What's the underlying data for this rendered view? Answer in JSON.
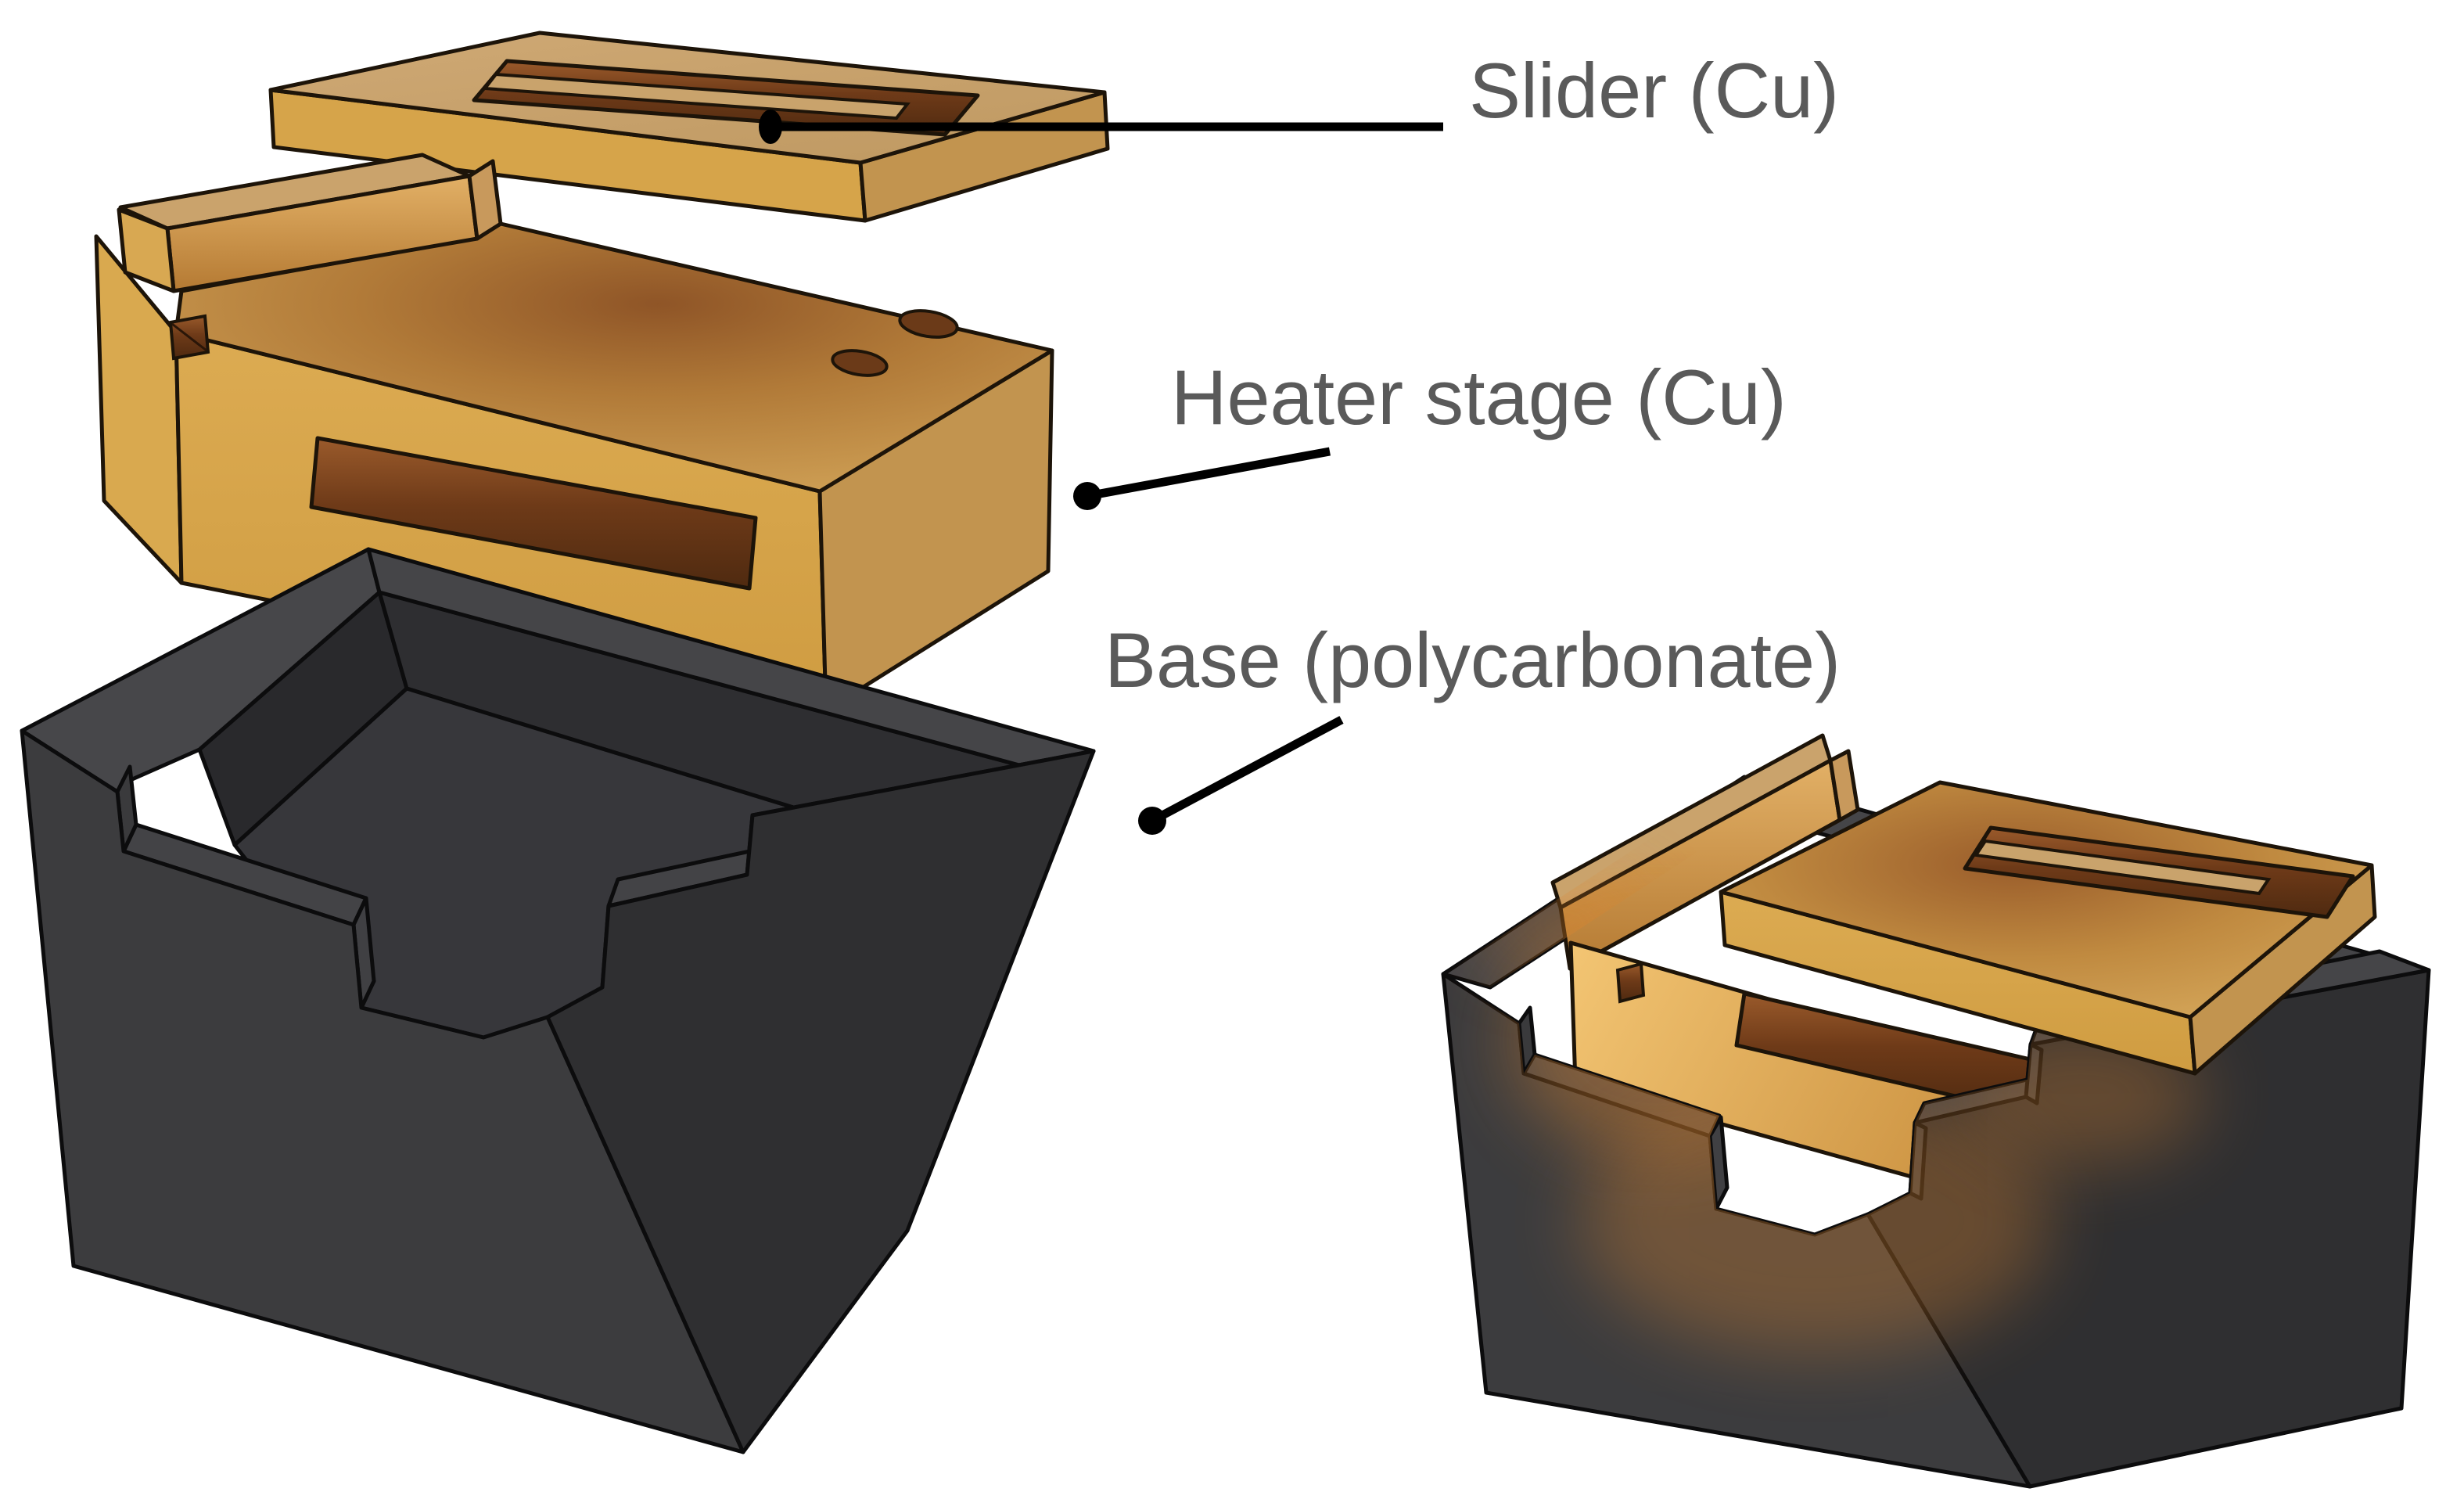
{
  "labels": {
    "slider": "Slider (Cu)",
    "heater": "Heater stage (Cu)",
    "base": "Base (polycarbonate)"
  },
  "parts": [
    {
      "name": "Slider",
      "material": "Cu"
    },
    {
      "name": "Heater stage",
      "material": "Cu"
    },
    {
      "name": "Base",
      "material": "polycarbonate"
    }
  ],
  "colors": {
    "background": "#ffffff",
    "label_text": "#5a5a5a",
    "leader": "#000000",
    "copper_top": "#c9a36c",
    "copper_gold": "#d6a44a",
    "copper_side": "#c2944f",
    "copper_slot_light": "#9a5a2b",
    "copper_slot_dark": "#4f2a10",
    "copper_heat_center": "#8f5527",
    "base_rim": "#47474a",
    "base_front": "#3c3c3e",
    "base_right": "#2f2f31",
    "base_inner": "#29292c",
    "base_floor": "#37373b",
    "glow": "#e08830"
  }
}
